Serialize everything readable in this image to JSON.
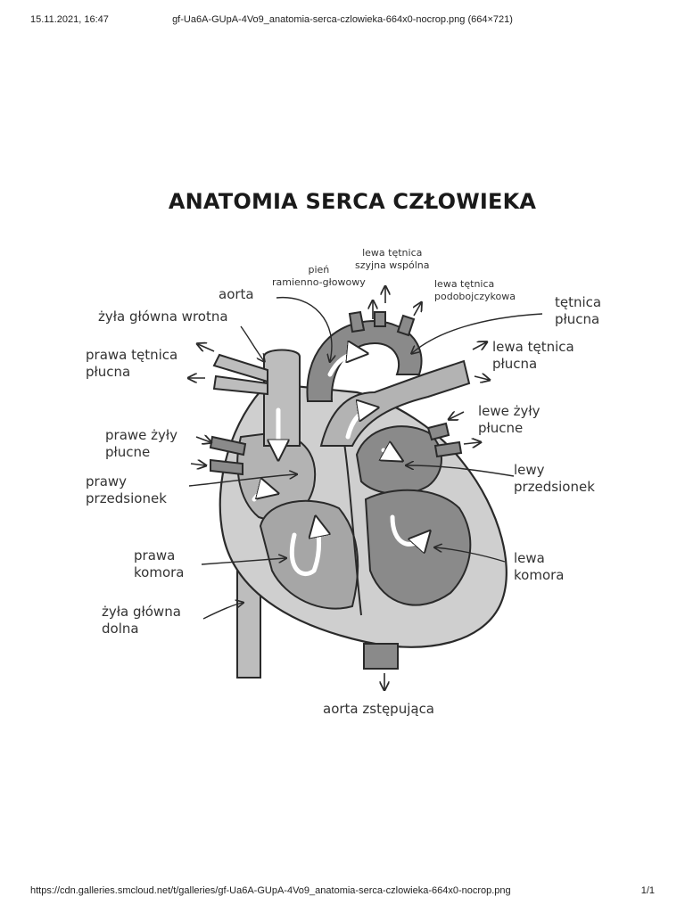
{
  "header": {
    "date": "15.11.2021, 16:47",
    "document_title": "gf-Ua6A-GUpA-4Vo9_anatomia-serca-czlowieka-664x0-nocrop.png (664×721)"
  },
  "footer": {
    "url": "https://cdn.galleries.smcloud.net/t/galleries/gf-Ua6A-GUpA-4Vo9_anatomia-serca-czlowieka-664x0-nocrop.png",
    "page": "1/1"
  },
  "diagram": {
    "title": "ANATOMIA SERCA CZŁOWIEKA",
    "labels": {
      "lewa_tetnica_szyjna": [
        "lewa tętnica",
        "szyjna wspólna"
      ],
      "pien_ramienno_glowowy": [
        "pień",
        "ramienno-głowowy"
      ],
      "lewa_tetnica_podobojczykowa": [
        "lewa tętnica",
        "podobojczykowa"
      ],
      "aorta": [
        "aorta"
      ],
      "tetnica_plucna": [
        "tętnica",
        "płucna"
      ],
      "zyla_glowna_wrotna": [
        "żyła główna wrotna"
      ],
      "prawa_tetnica_plucna": [
        "prawa tętnica",
        "płucna"
      ],
      "lewa_tetnica_plucna": [
        "lewa tętnica",
        "płucna"
      ],
      "lewe_zyly_plucne": [
        "lewe żyły",
        "płucne"
      ],
      "prawe_zyly_plucne": [
        "prawe żyły",
        "płucne"
      ],
      "lewy_przedsionek": [
        "lewy",
        "przedsionek"
      ],
      "prawy_przedsionek": [
        "prawy",
        "przedsionek"
      ],
      "prawa_komora": [
        "prawa",
        "komora"
      ],
      "lewa_komora": [
        "lewa",
        "komora"
      ],
      "zyla_glowna_dolna": [
        "żyła główna",
        "dolna"
      ],
      "aorta_zstepujaca": [
        "aorta zstępująca"
      ]
    }
  },
  "colors": {
    "outline": "#2a2a2a",
    "heart_wall": "#cfcfcf",
    "chamber_dark": "#8a8a8a",
    "chamber_mid": "#a6a6a6",
    "vessel": "#bdbdbd"
  }
}
